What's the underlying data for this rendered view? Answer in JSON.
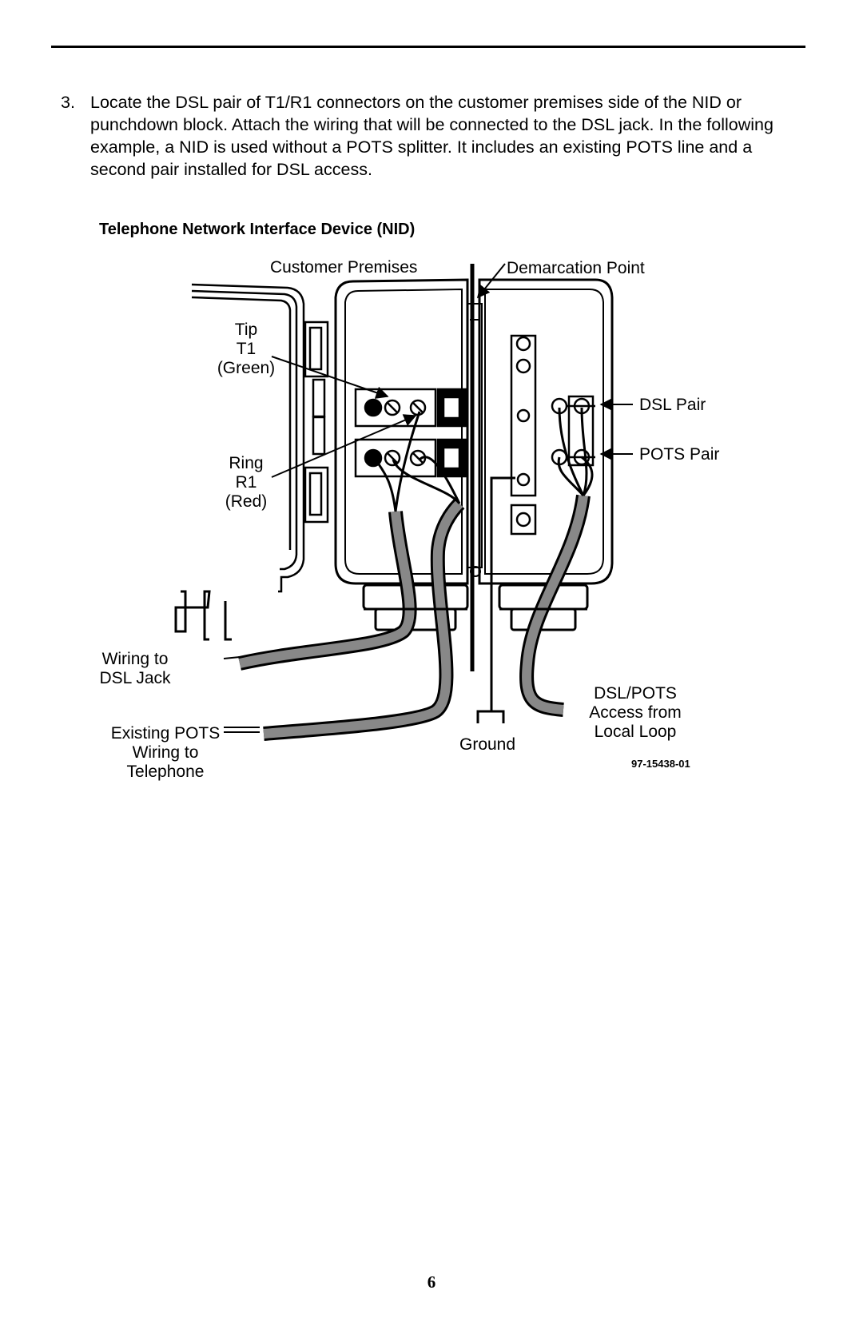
{
  "step": {
    "number": "3.",
    "text": "Locate the DSL pair of T1/R1 connectors on the customer premises side of the NID or punchdown block. Attach the wiring that will be connected to the DSL jack. In the following example, a NID is used without a POTS splitter. It includes an existing POTS line and a second pair installed for DSL access."
  },
  "figure": {
    "title": "Telephone Network Interface Device (NID)",
    "labels": {
      "customer_premises": "Customer Premises",
      "demarcation_point": "Demarcation Point",
      "tip": "Tip",
      "t1": "T1",
      "green": "(Green)",
      "ring": "Ring",
      "r1": "R1",
      "red": "(Red)",
      "dsl_pair": "DSL Pair",
      "pots_pair": "POTS Pair",
      "wiring_to": "Wiring to",
      "dsl_jack": "DSL Jack",
      "existing_pots": "Existing POTS",
      "wiring_to_2": "Wiring to",
      "telephone": "Telephone",
      "ground": "Ground",
      "dsl_pots": "DSL/POTS",
      "access_from": "Access from",
      "local_loop": "Local Loop",
      "figure_code": "97-15438-01"
    }
  },
  "page_number": "6"
}
